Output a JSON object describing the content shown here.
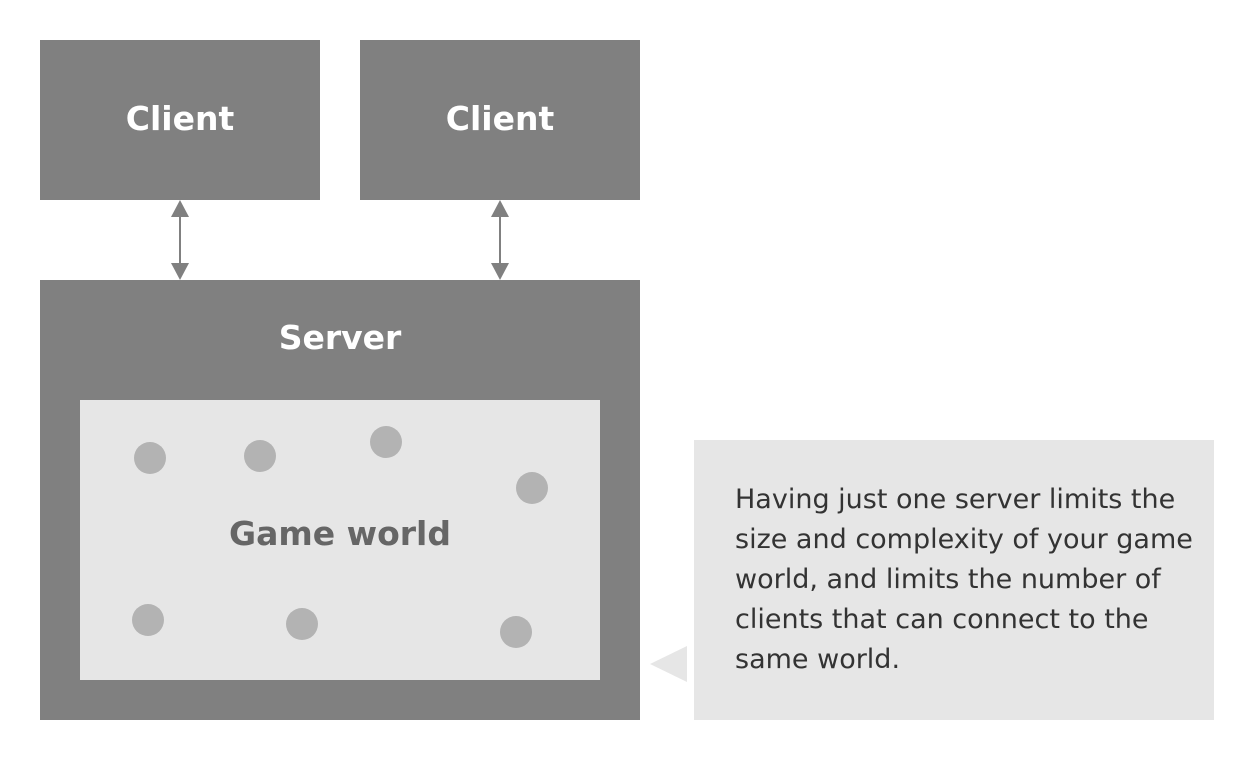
{
  "clients": [
    {
      "label": "Client"
    },
    {
      "label": "Client"
    }
  ],
  "server": {
    "label": "Server",
    "world_label": "Game world"
  },
  "callout": {
    "text": "Having just one server limits the size and complexity of your game world, and limits the number of clients that can connect to the same world."
  },
  "colors": {
    "box": "#808080",
    "world": "#e6e6e6",
    "entity": "#b3b3b3",
    "arrow": "#808080",
    "text_light": "#ffffff",
    "text_dark": "#333333"
  }
}
